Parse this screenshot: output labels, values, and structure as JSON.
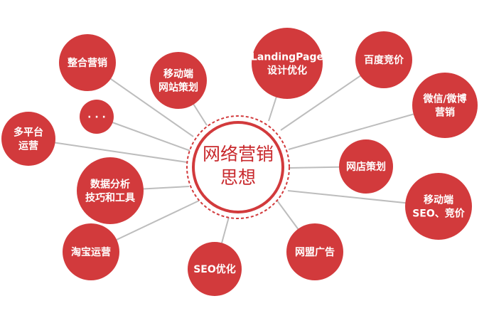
{
  "center": {
    "lines": [
      "网络营销",
      "思想"
    ]
  },
  "nodes": [
    {
      "id": "zhenghe",
      "lines": [
        "整合营销"
      ]
    },
    {
      "id": "ellipsis",
      "lines": [
        "· · ·"
      ]
    },
    {
      "id": "duopingtai",
      "lines": [
        "多平台",
        "运营"
      ]
    },
    {
      "id": "shuju",
      "lines": [
        "数据分析",
        "技巧和工具"
      ]
    },
    {
      "id": "taobao",
      "lines": [
        "淘宝运营"
      ]
    },
    {
      "id": "seo",
      "lines": [
        "SEO优化"
      ]
    },
    {
      "id": "wangmeng",
      "lines": [
        "网盟广告"
      ]
    },
    {
      "id": "mobile-seo",
      "lines": [
        "移动端",
        "SEO、竞价"
      ]
    },
    {
      "id": "wangdian",
      "lines": [
        "网店策划"
      ]
    },
    {
      "id": "weixin",
      "lines": [
        "微信/微博",
        "营销"
      ]
    },
    {
      "id": "baidu",
      "lines": [
        "百度竞价"
      ]
    },
    {
      "id": "landing",
      "lines": [
        "LandingPage",
        "设计优化"
      ]
    },
    {
      "id": "mobile-site",
      "lines": [
        "移动端",
        "网站策划"
      ]
    }
  ],
  "colors": {
    "node": "#d23a3c",
    "center_text": "#c8282c",
    "spoke": "#bdbdbd"
  }
}
